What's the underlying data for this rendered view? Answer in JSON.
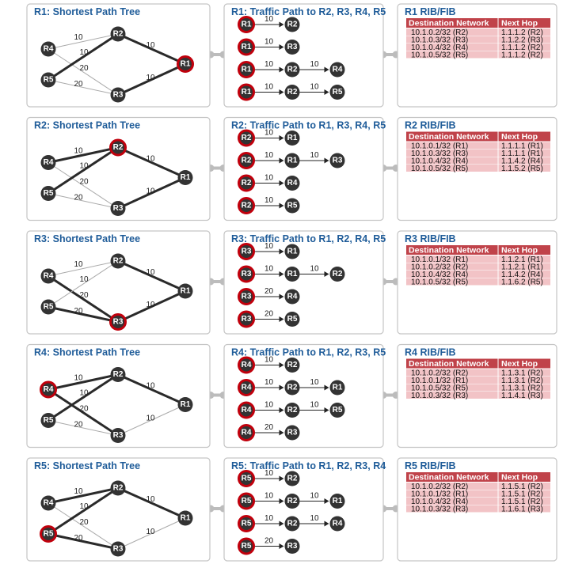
{
  "rows": [
    {
      "source": "R1",
      "tree_title": "R1: Shortest Path Tree",
      "edges": [
        {
          "a": "R4",
          "b": "R2",
          "label": "10",
          "on_tree": false
        },
        {
          "a": "R4",
          "b": "R3",
          "label": "20",
          "on_tree": false
        },
        {
          "a": "R5",
          "b": "R2",
          "label": "10",
          "on_tree": true
        },
        {
          "a": "R5",
          "b": "R3",
          "label": "20",
          "on_tree": false
        },
        {
          "a": "R2",
          "b": "R1",
          "label": "10",
          "on_tree": true
        },
        {
          "a": "R3",
          "b": "R1",
          "label": "10",
          "on_tree": true
        }
      ],
      "traffic_title": "R1: Traffic Path to R2, R3, R4, R5",
      "paths": [
        {
          "nodes": [
            "R1",
            "R2"
          ],
          "costs": [
            "10"
          ]
        },
        {
          "nodes": [
            "R1",
            "R3"
          ],
          "costs": [
            "10"
          ]
        },
        {
          "nodes": [
            "R1",
            "R2",
            "R4"
          ],
          "costs": [
            "10",
            "10"
          ]
        },
        {
          "nodes": [
            "R1",
            "R2",
            "R5"
          ],
          "costs": [
            "10",
            "10"
          ]
        }
      ],
      "fib_title": "R1 RIB/FIB",
      "fib_headers": [
        "Destination Network",
        "Next Hop"
      ],
      "fib_rows": [
        [
          "10.1.0.2/32 (R2)",
          "1.1.1.2 (R2)"
        ],
        [
          "10.1.0.3/32 (R3)",
          "1.1.2.2 (R3)"
        ],
        [
          "10.1.0.4/32 (R4)",
          "1.1.1.2 (R2)"
        ],
        [
          "10.1.0.5/32 (R5)",
          "1.1.1.2 (R2)"
        ]
      ]
    },
    {
      "source": "R2",
      "tree_title": "R2: Shortest Path Tree",
      "edges": [
        {
          "a": "R4",
          "b": "R2",
          "label": "10",
          "on_tree": true
        },
        {
          "a": "R4",
          "b": "R3",
          "label": "20",
          "on_tree": false
        },
        {
          "a": "R5",
          "b": "R2",
          "label": "10",
          "on_tree": true
        },
        {
          "a": "R5",
          "b": "R3",
          "label": "20",
          "on_tree": false
        },
        {
          "a": "R2",
          "b": "R1",
          "label": "10",
          "on_tree": true
        },
        {
          "a": "R3",
          "b": "R1",
          "label": "10",
          "on_tree": true
        }
      ],
      "traffic_title": "R2: Traffic Path to R1, R3, R4, R5",
      "paths": [
        {
          "nodes": [
            "R2",
            "R1"
          ],
          "costs": [
            "10"
          ]
        },
        {
          "nodes": [
            "R2",
            "R1",
            "R3"
          ],
          "costs": [
            "10",
            "10"
          ]
        },
        {
          "nodes": [
            "R2",
            "R4"
          ],
          "costs": [
            "10"
          ]
        },
        {
          "nodes": [
            "R2",
            "R5"
          ],
          "costs": [
            "10"
          ]
        }
      ],
      "fib_title": "R2 RIB/FIB",
      "fib_headers": [
        "Destination Network",
        "Next Hop"
      ],
      "fib_rows": [
        [
          "10.1.0.1/32 (R1)",
          "1.1.1.1 (R1)"
        ],
        [
          "10.1.0.3/32 (R3)",
          "1.1.1.1 (R1)"
        ],
        [
          "10.1.0.4/32 (R4)",
          "1.1.4.2 (R4)"
        ],
        [
          "10.1.0.5/32 (R5)",
          "1.1.5.2 (R5)"
        ]
      ]
    },
    {
      "source": "R3",
      "tree_title": "R3: Shortest Path Tree",
      "edges": [
        {
          "a": "R4",
          "b": "R2",
          "label": "10",
          "on_tree": false
        },
        {
          "a": "R4",
          "b": "R3",
          "label": "20",
          "on_tree": true
        },
        {
          "a": "R5",
          "b": "R2",
          "label": "10",
          "on_tree": false
        },
        {
          "a": "R5",
          "b": "R3",
          "label": "20",
          "on_tree": true
        },
        {
          "a": "R2",
          "b": "R1",
          "label": "10",
          "on_tree": true
        },
        {
          "a": "R3",
          "b": "R1",
          "label": "10",
          "on_tree": true
        }
      ],
      "traffic_title": "R3: Traffic Path to R1, R2, R4, R5",
      "paths": [
        {
          "nodes": [
            "R3",
            "R1"
          ],
          "costs": [
            "10"
          ]
        },
        {
          "nodes": [
            "R3",
            "R1",
            "R2"
          ],
          "costs": [
            "10",
            "10"
          ]
        },
        {
          "nodes": [
            "R3",
            "R4"
          ],
          "costs": [
            "20"
          ]
        },
        {
          "nodes": [
            "R3",
            "R5"
          ],
          "costs": [
            "20"
          ]
        }
      ],
      "fib_title": "R3 RIB/FIB",
      "fib_headers": [
        "Destination Network",
        "Next Hop"
      ],
      "fib_rows": [
        [
          "10.1.0.1/32 (R1)",
          "1.1.2.1 (R1)"
        ],
        [
          "10.1.0.2/32 (R2)",
          "1.1.2.1 (R1)"
        ],
        [
          "10.1.0.4/32 (R4)",
          "1.1.4.2 (R4)"
        ],
        [
          "10.1.0.5/32 (R5)",
          "1.1.6.2 (R5)"
        ]
      ]
    },
    {
      "source": "R4",
      "tree_title": "R4: Shortest Path Tree",
      "edges": [
        {
          "a": "R4",
          "b": "R2",
          "label": "10",
          "on_tree": true
        },
        {
          "a": "R4",
          "b": "R3",
          "label": "20",
          "on_tree": true
        },
        {
          "a": "R5",
          "b": "R2",
          "label": "10",
          "on_tree": true
        },
        {
          "a": "R5",
          "b": "R3",
          "label": "20",
          "on_tree": false
        },
        {
          "a": "R2",
          "b": "R1",
          "label": "10",
          "on_tree": true
        },
        {
          "a": "R3",
          "b": "R1",
          "label": "10",
          "on_tree": false
        }
      ],
      "traffic_title": "R4: Traffic Path to R1, R2, R3, R5",
      "paths": [
        {
          "nodes": [
            "R4",
            "R2"
          ],
          "costs": [
            "10"
          ]
        },
        {
          "nodes": [
            "R4",
            "R2",
            "R1"
          ],
          "costs": [
            "10",
            "10"
          ]
        },
        {
          "nodes": [
            "R4",
            "R2",
            "R5"
          ],
          "costs": [
            "10",
            "10"
          ]
        },
        {
          "nodes": [
            "R4",
            "R3"
          ],
          "costs": [
            "20"
          ]
        }
      ],
      "fib_title": "R4 RIB/FIB",
      "fib_headers": [
        "Destination Network",
        "Next Hop"
      ],
      "fib_rows": [
        [
          "10.1.0.2/32 (R2)",
          "1.1.3.1 (R2)"
        ],
        [
          "10.1.0.1/32 (R1)",
          "1.1.3.1 (R2)"
        ],
        [
          "10.1.0.5/32 (R5)",
          "1.1.3.1 (R2)"
        ],
        [
          "10.1.0.3/32 (R3)",
          "1.1.4.1 (R3)"
        ]
      ]
    },
    {
      "source": "R5",
      "tree_title": "R5: Shortest Path Tree",
      "edges": [
        {
          "a": "R4",
          "b": "R2",
          "label": "10",
          "on_tree": true
        },
        {
          "a": "R4",
          "b": "R3",
          "label": "20",
          "on_tree": false
        },
        {
          "a": "R5",
          "b": "R2",
          "label": "10",
          "on_tree": true
        },
        {
          "a": "R5",
          "b": "R3",
          "label": "20",
          "on_tree": true
        },
        {
          "a": "R2",
          "b": "R1",
          "label": "10",
          "on_tree": true
        },
        {
          "a": "R3",
          "b": "R1",
          "label": "10",
          "on_tree": false
        }
      ],
      "traffic_title": "R5: Traffic Path to R1, R2, R3, R4",
      "paths": [
        {
          "nodes": [
            "R5",
            "R2"
          ],
          "costs": [
            "10"
          ]
        },
        {
          "nodes": [
            "R5",
            "R2",
            "R1"
          ],
          "costs": [
            "10",
            "10"
          ]
        },
        {
          "nodes": [
            "R5",
            "R2",
            "R4"
          ],
          "costs": [
            "10",
            "10"
          ]
        },
        {
          "nodes": [
            "R5",
            "R3"
          ],
          "costs": [
            "20"
          ]
        }
      ],
      "fib_title": "R5 RIB/FIB",
      "fib_headers": [
        "Destination Network",
        "Next Hop"
      ],
      "fib_rows": [
        [
          "10.1.0.2/32 (R2)",
          "1.1.5.1 (R2)"
        ],
        [
          "10.1.0.1/32 (R1)",
          "1.1.5.1 (R2)"
        ],
        [
          "10.1.0.4/32 (R4)",
          "1.1.5.1 (R2)"
        ],
        [
          "10.1.0.3/32 (R3)",
          "1.1.6.1 (R3)"
        ]
      ]
    }
  ],
  "colors": {
    "title": "#1f5c99",
    "source_ring": "#c0000c",
    "node": "#333333",
    "table_header": "#c0434a",
    "table_row": "#f2c3c6",
    "connector": "#bcbcbc"
  }
}
